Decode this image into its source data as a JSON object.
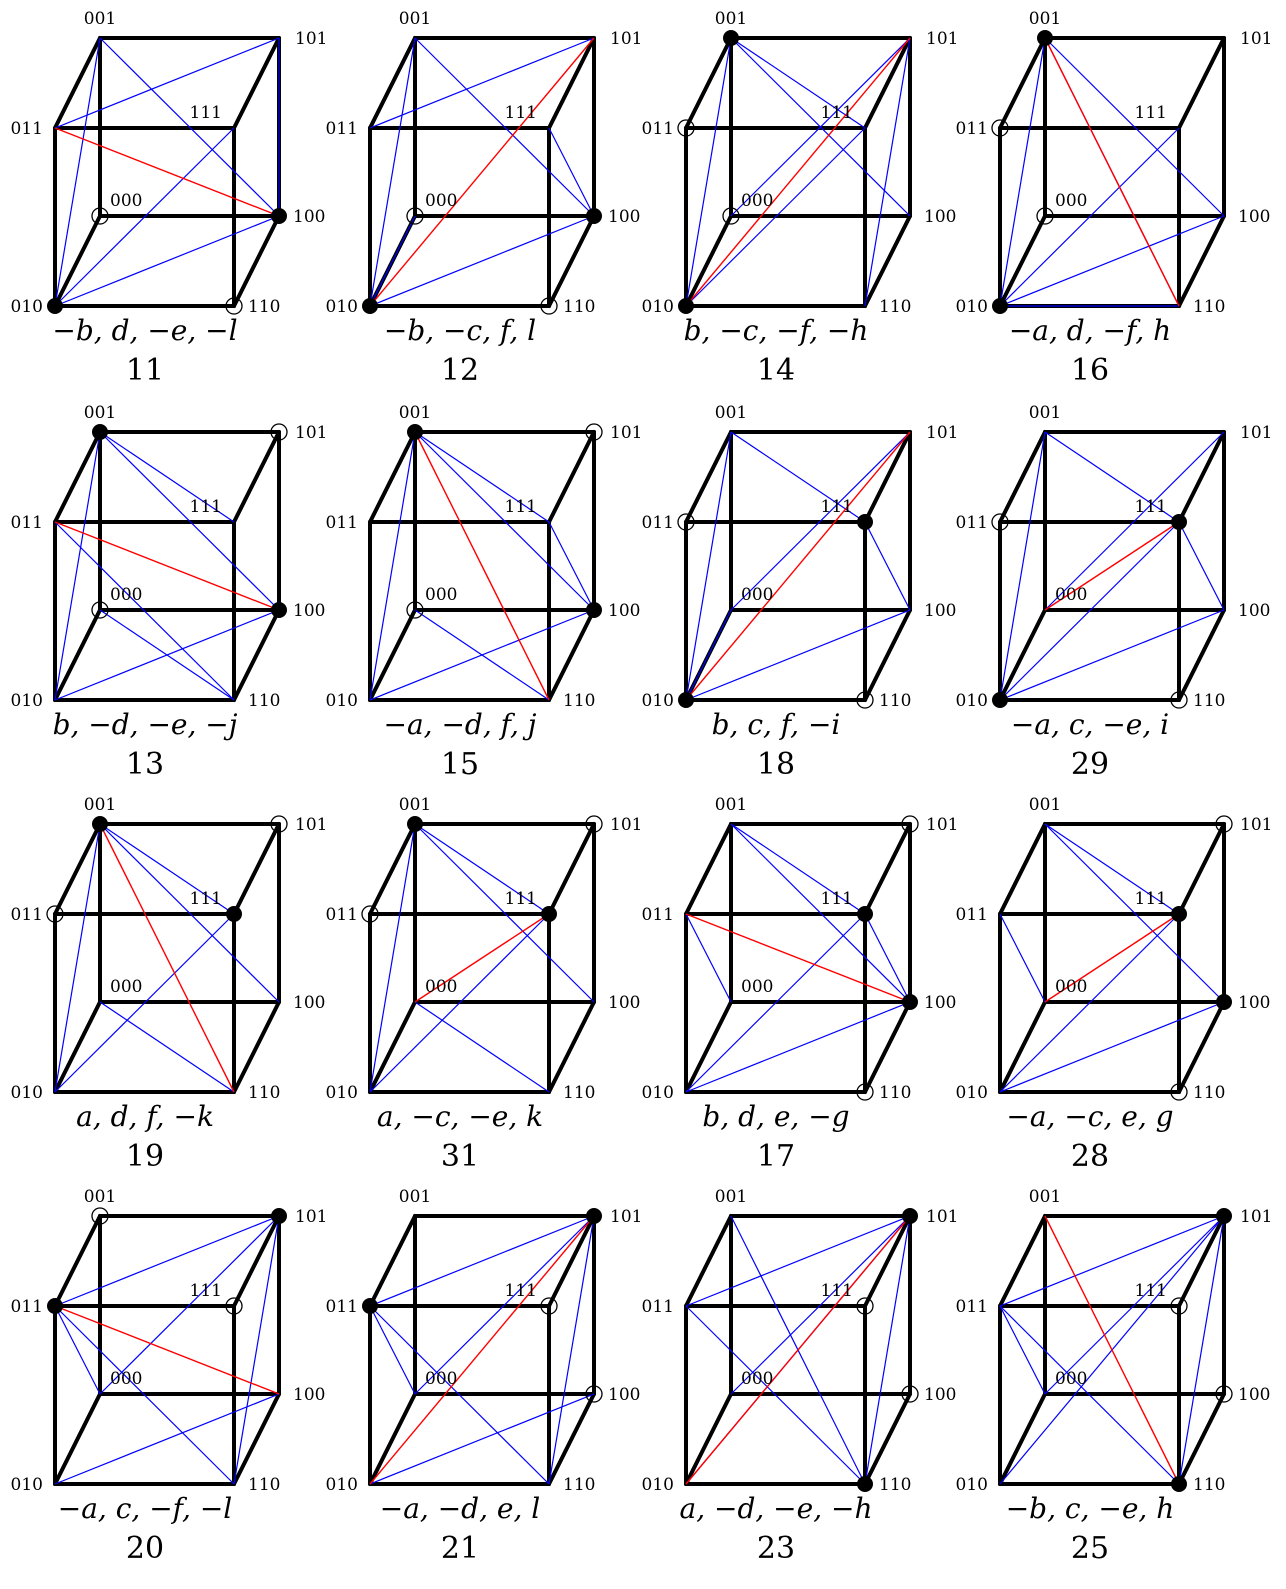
{
  "colors": {
    "edge": "#000000",
    "blue_diagonal": "#0000ff",
    "red_diagonal": "#ff0000",
    "background": "#ffffff"
  },
  "vertex_labels": [
    "000",
    "001",
    "010",
    "011",
    "100",
    "101",
    "110",
    "111"
  ],
  "panels": [
    {
      "number": "11",
      "formula": "−b, d, −e, −l",
      "filled": [
        "010",
        "100"
      ],
      "hollow": [
        "000",
        "110"
      ],
      "blue": [
        [
          "010",
          "001"
        ],
        [
          "011",
          "101"
        ],
        [
          "001",
          "100"
        ],
        [
          "010",
          "100"
        ],
        [
          "010",
          "111"
        ],
        [
          "101",
          "100"
        ]
      ],
      "red": [
        [
          "011",
          "100"
        ]
      ]
    },
    {
      "number": "12",
      "formula": "−b, −c, f, l",
      "filled": [
        "010",
        "100"
      ],
      "hollow": [
        "000",
        "110"
      ],
      "blue": [
        [
          "010",
          "001"
        ],
        [
          "011",
          "101"
        ],
        [
          "001",
          "100"
        ],
        [
          "010",
          "100"
        ],
        [
          "111",
          "100"
        ],
        [
          "010",
          "000"
        ]
      ],
      "red": [
        [
          "010",
          "101"
        ]
      ]
    },
    {
      "number": "14",
      "formula": "b, −c, −f, −h",
      "filled": [
        "010",
        "001"
      ],
      "hollow": [
        "000",
        "011"
      ],
      "blue": [
        [
          "010",
          "001"
        ],
        [
          "001",
          "111"
        ],
        [
          "001",
          "100"
        ],
        [
          "010",
          "111"
        ],
        [
          "110",
          "101"
        ],
        [
          "000",
          "101"
        ]
      ],
      "red": [
        [
          "010",
          "101"
        ]
      ]
    },
    {
      "number": "16",
      "formula": "−a, d, −f, h",
      "filled": [
        "010",
        "001"
      ],
      "hollow": [
        "000",
        "011"
      ],
      "blue": [
        [
          "010",
          "001"
        ],
        [
          "001",
          "100"
        ],
        [
          "010",
          "111"
        ],
        [
          "010",
          "100"
        ],
        [
          "010",
          "110"
        ],
        [
          "001",
          "110"
        ]
      ],
      "red": [
        [
          "001",
          "110"
        ]
      ]
    },
    {
      "number": "13",
      "formula": "b, −d, −e, −j",
      "filled": [
        "001",
        "100"
      ],
      "hollow": [
        "000",
        "101"
      ],
      "blue": [
        [
          "010",
          "001"
        ],
        [
          "011",
          "110"
        ],
        [
          "001",
          "100"
        ],
        [
          "010",
          "100"
        ],
        [
          "001",
          "111"
        ],
        [
          "000",
          "110"
        ]
      ],
      "red": [
        [
          "011",
          "100"
        ]
      ]
    },
    {
      "number": "15",
      "formula": "−a, −d, f, j",
      "filled": [
        "001",
        "100"
      ],
      "hollow": [
        "000",
        "101"
      ],
      "blue": [
        [
          "010",
          "001"
        ],
        [
          "000",
          "110"
        ],
        [
          "001",
          "100"
        ],
        [
          "010",
          "100"
        ],
        [
          "001",
          "111"
        ],
        [
          "111",
          "100"
        ]
      ],
      "red": [
        [
          "001",
          "110"
        ]
      ]
    },
    {
      "number": "18",
      "formula": "b, c, f, −i",
      "filled": [
        "010",
        "111"
      ],
      "hollow": [
        "011",
        "110"
      ],
      "blue": [
        [
          "010",
          "001"
        ],
        [
          "001",
          "111"
        ],
        [
          "010",
          "100"
        ],
        [
          "111",
          "100"
        ],
        [
          "010",
          "000"
        ],
        [
          "000",
          "101"
        ]
      ],
      "red": [
        [
          "010",
          "101"
        ]
      ]
    },
    {
      "number": "29",
      "formula": "−a, c, −e, i",
      "filled": [
        "010",
        "111"
      ],
      "hollow": [
        "011",
        "110"
      ],
      "blue": [
        [
          "010",
          "001"
        ],
        [
          "001",
          "111"
        ],
        [
          "010",
          "100"
        ],
        [
          "111",
          "100"
        ],
        [
          "010",
          "111"
        ],
        [
          "000",
          "101"
        ]
      ],
      "red": [
        [
          "000",
          "111"
        ]
      ]
    },
    {
      "number": "19",
      "formula": "a, d, f, −k",
      "filled": [
        "001",
        "111"
      ],
      "hollow": [
        "011",
        "101"
      ],
      "blue": [
        [
          "010",
          "001"
        ],
        [
          "001",
          "100"
        ],
        [
          "010",
          "111"
        ],
        [
          "000",
          "110"
        ],
        [
          "001",
          "111"
        ]
      ],
      "red": [
        [
          "001",
          "110"
        ]
      ]
    },
    {
      "number": "31",
      "formula": "a, −c, −e, k",
      "filled": [
        "001",
        "111"
      ],
      "hollow": [
        "011",
        "101"
      ],
      "blue": [
        [
          "010",
          "001"
        ],
        [
          "001",
          "100"
        ],
        [
          "010",
          "111"
        ],
        [
          "000",
          "110"
        ],
        [
          "001",
          "111"
        ]
      ],
      "red": [
        [
          "000",
          "111"
        ]
      ]
    },
    {
      "number": "17",
      "formula": "b, d, e, −g",
      "filled": [
        "111",
        "100"
      ],
      "hollow": [
        "101",
        "110"
      ],
      "blue": [
        [
          "001",
          "100"
        ],
        [
          "001",
          "111"
        ],
        [
          "010",
          "111"
        ],
        [
          "010",
          "100"
        ],
        [
          "011",
          "000"
        ],
        [
          "111",
          "100"
        ]
      ],
      "red": [
        [
          "011",
          "100"
        ]
      ]
    },
    {
      "number": "28",
      "formula": "−a, −c, e, g",
      "filled": [
        "111",
        "100"
      ],
      "hollow": [
        "101",
        "110"
      ],
      "blue": [
        [
          "001",
          "100"
        ],
        [
          "001",
          "111"
        ],
        [
          "010",
          "111"
        ],
        [
          "010",
          "100"
        ],
        [
          "011",
          "000"
        ]
      ],
      "red": [
        [
          "000",
          "111"
        ]
      ]
    },
    {
      "number": "20",
      "formula": "−a, c, −f, −l",
      "filled": [
        "011",
        "101"
      ],
      "hollow": [
        "001",
        "111"
      ],
      "blue": [
        [
          "011",
          "101"
        ],
        [
          "011",
          "000"
        ],
        [
          "011",
          "110"
        ],
        [
          "010",
          "100"
        ],
        [
          "000",
          "101"
        ],
        [
          "110",
          "101"
        ]
      ],
      "red": [
        [
          "011",
          "100"
        ]
      ]
    },
    {
      "number": "21",
      "formula": "−a, −d, e, l",
      "filled": [
        "011",
        "101"
      ],
      "hollow": [
        "111",
        "100"
      ],
      "blue": [
        [
          "011",
          "101"
        ],
        [
          "011",
          "000"
        ],
        [
          "011",
          "110"
        ],
        [
          "010",
          "100"
        ],
        [
          "110",
          "101"
        ],
        [
          "000",
          "101"
        ]
      ],
      "red": [
        [
          "010",
          "101"
        ]
      ]
    },
    {
      "number": "23",
      "formula": "a, −d, −e, −h",
      "filled": [
        "101",
        "110"
      ],
      "hollow": [
        "111",
        "100"
      ],
      "blue": [
        [
          "011",
          "101"
        ],
        [
          "011",
          "110"
        ],
        [
          "001",
          "110"
        ],
        [
          "000",
          "101"
        ],
        [
          "010",
          "101"
        ],
        [
          "110",
          "101"
        ]
      ],
      "red": [
        [
          "010",
          "101"
        ]
      ]
    },
    {
      "number": "25",
      "formula": "−b, c, −e, h",
      "filled": [
        "101",
        "110"
      ],
      "hollow": [
        "111",
        "100"
      ],
      "blue": [
        [
          "011",
          "101"
        ],
        [
          "011",
          "110"
        ],
        [
          "000",
          "101"
        ],
        [
          "010",
          "101"
        ],
        [
          "110",
          "101"
        ],
        [
          "011",
          "000"
        ]
      ],
      "red": [
        [
          "001",
          "110"
        ]
      ]
    }
  ]
}
